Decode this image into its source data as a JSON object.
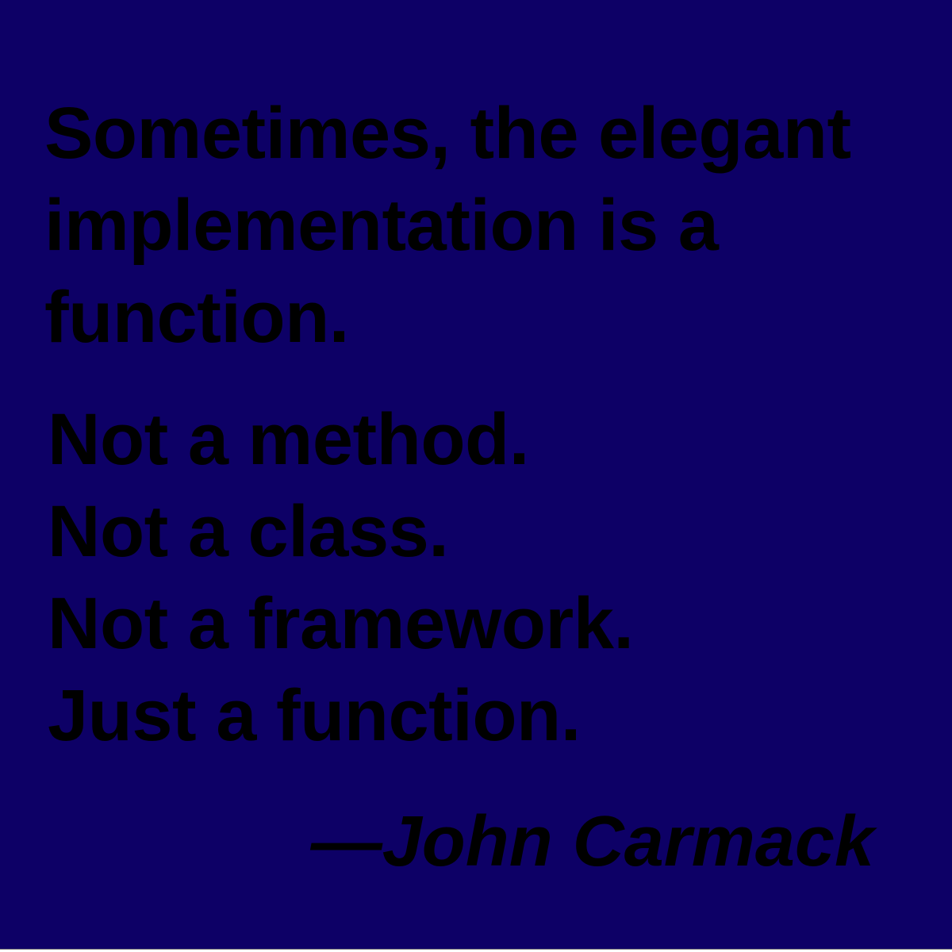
{
  "background_color": "#0d0066",
  "text_color": "#000000",
  "quote": {
    "lines": [
      "Sometimes, the elegant",
      "implementation is a",
      "function.",
      "Not a method.",
      "Not a class.",
      "Not a framework.",
      "Just a function."
    ]
  },
  "attribution": "—John Carmack"
}
